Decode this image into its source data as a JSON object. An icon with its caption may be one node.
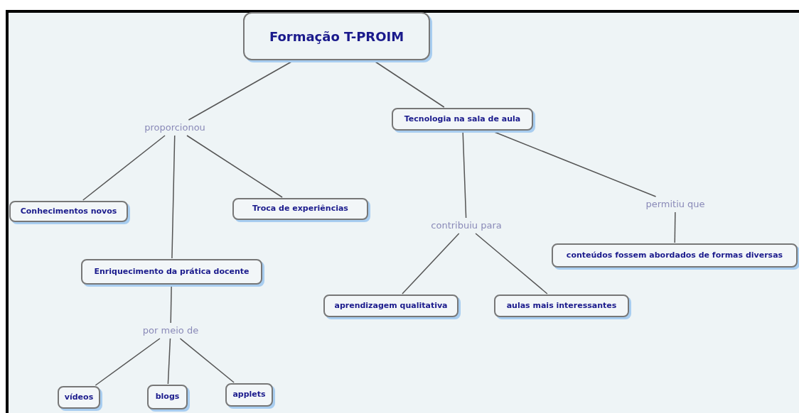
{
  "diagram": {
    "nodes": [
      {
        "text": [
          "Formação T-PROIM"
        ]
      },
      {
        "text": [
          "proporcionou"
        ]
      },
      {
        "text": [
          "Tecnologia na sala de aula"
        ]
      },
      {
        "text": [
          "Conhecimentos novos"
        ]
      },
      {
        "text": [
          "Troca de experiências"
        ]
      },
      {
        "text": [
          "Enriquecimento da prática docente"
        ]
      },
      {
        "text": [
          "por meio de"
        ]
      },
      {
        "text": [
          "vídeos"
        ]
      },
      {
        "text": [
          "blogs"
        ]
      },
      {
        "text": [
          "applets"
        ]
      },
      {
        "text": [
          "contribuiu para"
        ]
      },
      {
        "text": [
          "permitiu que"
        ]
      },
      {
        "text": [
          "aprendizagem qualitativa"
        ]
      },
      {
        "text": [
          "aulas mais interessantes"
        ]
      },
      {
        "text": [
          "conteúdos fossem abordados de formas diversas"
        ]
      }
    ],
    "edges": [
      {
        "from": 0,
        "to": 1,
        "arrow": "none"
      },
      {
        "from": 1,
        "to": 3,
        "arrow": "none"
      },
      {
        "from": 1,
        "to": 5,
        "arrow": "none"
      },
      {
        "from": 1,
        "to": 4,
        "arrow": "none"
      },
      {
        "from": 0,
        "to": 2,
        "arrow": "none"
      },
      {
        "from": 2,
        "to": 10,
        "arrow": "none"
      },
      {
        "from": 2,
        "to": 11,
        "arrow": "none"
      },
      {
        "from": 10,
        "to": 12,
        "arrow": "none"
      },
      {
        "from": 10,
        "to": 13,
        "arrow": "none"
      },
      {
        "from": 11,
        "to": 14,
        "arrow": "none"
      },
      {
        "from": 5,
        "to": 6,
        "arrow": "none"
      },
      {
        "from": 6,
        "to": 7,
        "arrow": "none"
      },
      {
        "from": 6,
        "to": 8,
        "arrow": "none"
      },
      {
        "from": 6,
        "to": 9,
        "arrow": "none"
      }
    ]
  }
}
